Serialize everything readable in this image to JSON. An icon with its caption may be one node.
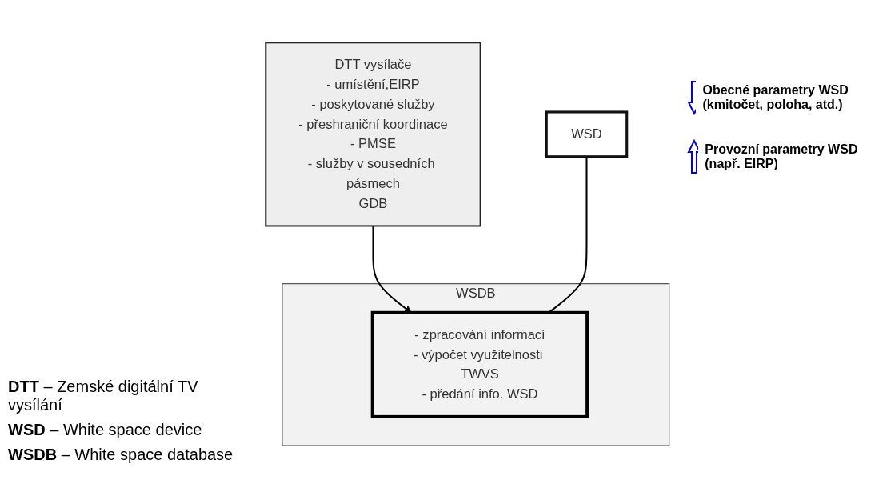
{
  "diagram": {
    "nodes": [
      {
        "text": [
          "DTT vysílače",
          "- umístění,EIRP",
          "- poskytované služby",
          "- přeshraniční koordinace",
          "- PMSE",
          "- služby v sousedních pásmech",
          "GDB"
        ]
      },
      {
        "text": [
          "WSD"
        ]
      },
      {
        "text": [
          "WSDB"
        ]
      },
      {
        "text": [
          "- zpracování informací",
          "- výpočet využitelnosti TWVS",
          "- předání info. WSD"
        ],
        "in": 2
      }
    ],
    "edges": [
      {
        "from": 0,
        "to": 3,
        "arrow": "to"
      },
      {
        "from": 1,
        "to": 3,
        "arrow": "none"
      }
    ],
    "labels": [
      "Obecné parametry WSD (kmitočet, poloha, atd.)",
      "Provozní parametry WSD (např. EIRP)",
      "**DTT** – Zemské digitální TV vysílání",
      "**WSD** – White space device",
      "**WSDB** – White space database"
    ]
  }
}
